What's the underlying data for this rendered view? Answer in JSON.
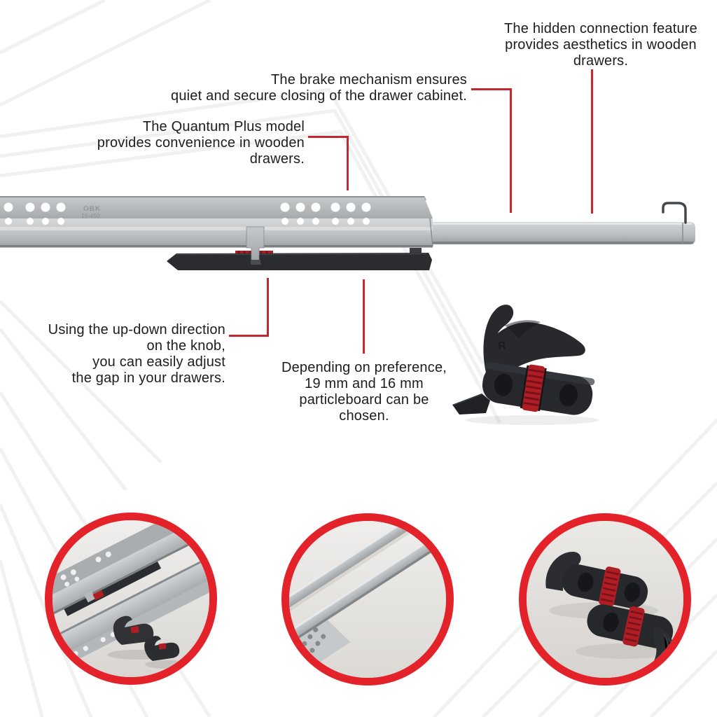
{
  "colors": {
    "callout_red": "#c2282e",
    "circle_red": "#e3222a",
    "text_dark": "#1d1d1b",
    "knob_red": "#b01e25",
    "plastic_black": "#27292d",
    "rail_silver": "#b9bcbe"
  },
  "annotations": {
    "hidden_connection": {
      "lines": [
        "The hidden connection feature",
        "provides aesthetics in wooden",
        "drawers."
      ]
    },
    "brake": {
      "lines": [
        "The brake mechanism ensures",
        "quiet and secure closing of the drawer cabinet."
      ]
    },
    "quantum_plus": {
      "lines": [
        "The Quantum Plus model",
        "provides convenience in wooden",
        "drawers."
      ]
    },
    "knob_adjust": {
      "lines": [
        "Using the up-down direction",
        "on the knob,",
        "you can easily adjust",
        "the gap in your drawers."
      ]
    },
    "particleboard": {
      "lines": [
        "Depending on preference,",
        "19 mm and 16 mm",
        "particleboard can be",
        "chosen."
      ]
    }
  },
  "product": {
    "stamp_line1": "OBK",
    "stamp_line2": "19-450",
    "bracket_marking": "R"
  }
}
